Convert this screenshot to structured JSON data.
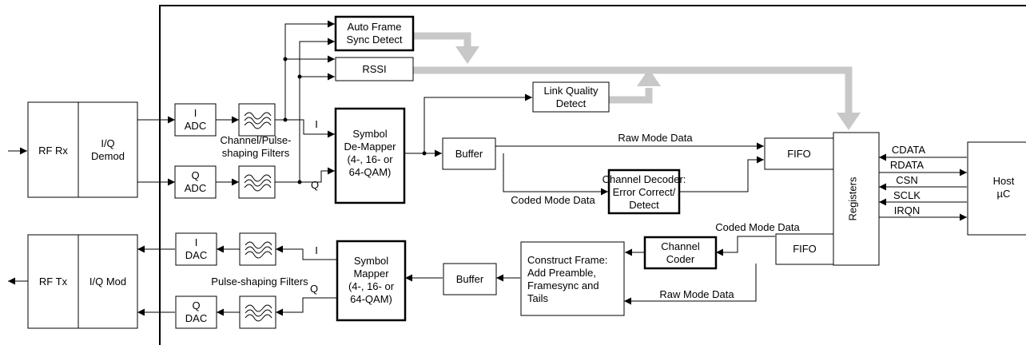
{
  "blocks": {
    "rf_rx": "RF Rx",
    "iq_demod": [
      "I/Q",
      "Demod"
    ],
    "i_adc": [
      "I",
      "ADC"
    ],
    "q_adc": [
      "Q",
      "ADC"
    ],
    "auto_frame": [
      "Auto Frame",
      "Sync Detect"
    ],
    "rssi": "RSSI",
    "link_quality": [
      "Link Quality",
      "Detect"
    ],
    "symbol_demapper": [
      "Symbol",
      "De-Mapper",
      "(4-, 16- or",
      "64-QAM)"
    ],
    "buffer_rx": "Buffer",
    "channel_decoder": [
      "Channel Decoder:",
      "Error Correct/",
      "Detect"
    ],
    "fifo_rx": "FIFO",
    "registers": "Registers",
    "host": [
      "Host",
      "µC"
    ],
    "rf_tx": "RF Tx",
    "iq_mod": "I/Q Mod",
    "i_dac": [
      "I",
      "DAC"
    ],
    "q_dac": [
      "Q",
      "DAC"
    ],
    "symbol_mapper": [
      "Symbol",
      "Mapper",
      "(4-, 16- or",
      "64-QAM)"
    ],
    "buffer_tx": "Buffer",
    "construct_frame": [
      "Construct Frame:",
      "Add Preamble,",
      "Framesync and",
      "Tails"
    ],
    "channel_coder": [
      "Channel",
      "Coder"
    ],
    "fifo_tx": "FIFO"
  },
  "labels": {
    "channel_pulse_filters": [
      "Channel/Pulse-",
      "shaping Filters"
    ],
    "pulse_filters": "Pulse-shaping Filters",
    "rx_i": "I",
    "rx_q": "Q",
    "tx_i": "I",
    "tx_q": "Q",
    "raw_mode_rx": "Raw Mode Data",
    "coded_mode_rx": "Coded Mode Data",
    "coded_mode_tx": "Coded Mode Data",
    "raw_mode_tx": "Raw Mode Data"
  },
  "signals": [
    "CDATA",
    "RDATA",
    "CSN",
    "SCLK",
    "IRQN"
  ]
}
